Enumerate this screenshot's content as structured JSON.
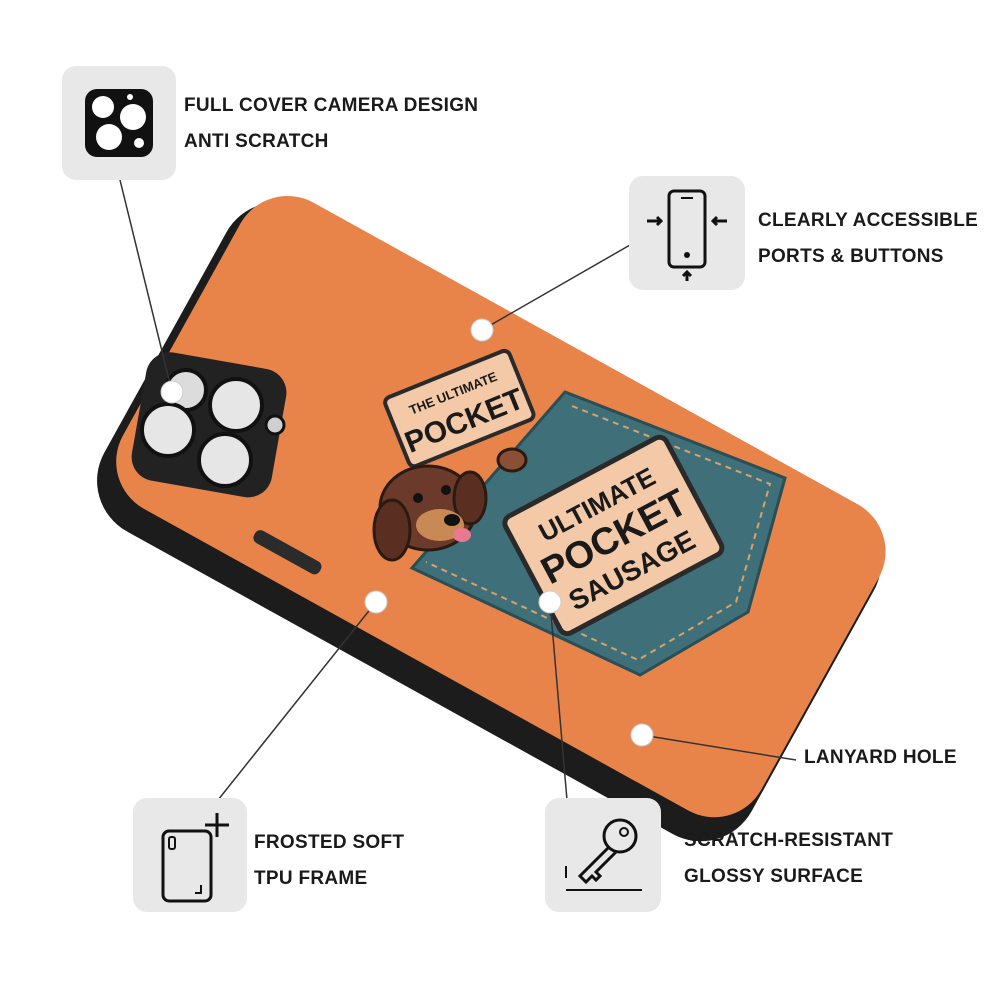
{
  "features": {
    "camera": {
      "line1": "FULL COVER CAMERA DESIGN",
      "line2": "ANTI SCRATCH",
      "icon": "camera-lens-icon"
    },
    "ports": {
      "line1": "CLEARLY ACCESSIBLE",
      "line2": "PORTS & BUTTONS",
      "icon": "phone-ports-icon"
    },
    "lanyard": {
      "line1": "LANYARD HOLE"
    },
    "frame": {
      "line1": "FROSTED SOFT",
      "line2": "TPU FRAME",
      "icon": "phone-frame-plus-icon"
    },
    "surface": {
      "line1": "SCRATCH-RESISTANT",
      "line2": "GLOSSY SURFACE",
      "icon": "key-scratch-icon"
    }
  },
  "artwork": {
    "sign_top_small": "THE ULTIMATE",
    "sign_top_big": "POCKET",
    "sign_main_1": "ULTIMATE",
    "sign_main_2": "POCKET",
    "sign_main_3": "SAUSAGE"
  },
  "colors": {
    "case_orange": "#e8844a",
    "case_edge": "#1c1c1c",
    "pocket_teal": "#3f7079",
    "sign_beige": "#f3c9a8",
    "icon_box": "#e8e8e8"
  }
}
